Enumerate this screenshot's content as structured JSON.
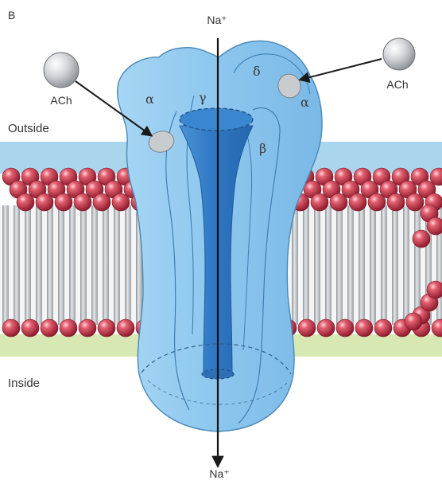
{
  "panel_label": "B",
  "ion_top": "Na⁺",
  "ion_bottom": "Na⁺",
  "ach_left": "ACh",
  "ach_right": "ACh",
  "outside_label": "Outside",
  "inside_label": "Inside",
  "subunits": {
    "alpha_left": "α",
    "gamma": "γ",
    "delta": "δ",
    "alpha_right": "α",
    "beta": "β"
  },
  "colors": {
    "outside_fluid": "#a9d6ec",
    "inside_fluid": "#d8e8b4",
    "lipid_head": "#c4344a",
    "lipid_tail": "#bfc3c6",
    "receptor": "#8fc9ef",
    "receptor_edge": "#4a88b8",
    "pore": "#2f78c4",
    "ligand": "#c9cccf"
  }
}
